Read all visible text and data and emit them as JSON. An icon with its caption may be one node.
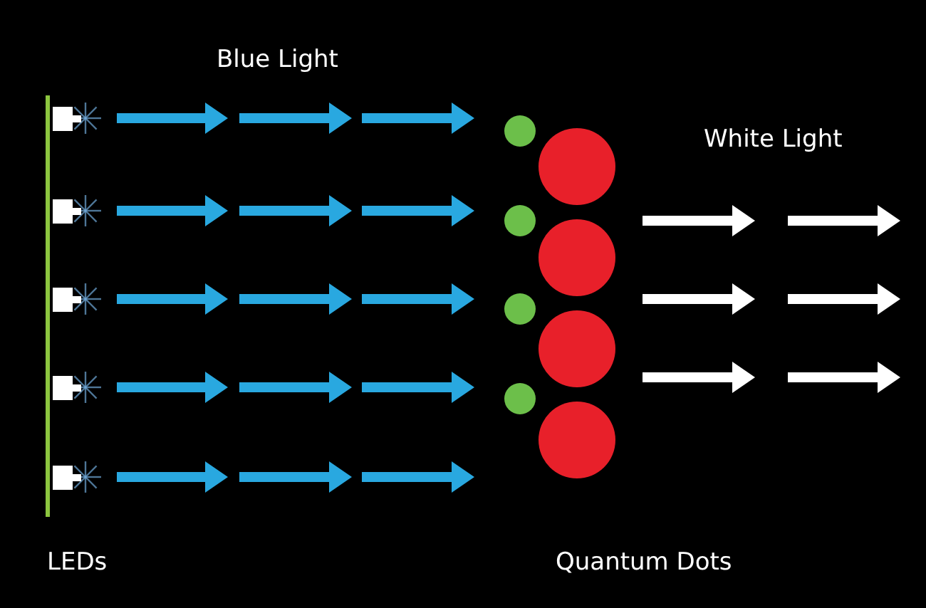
{
  "diagram": {
    "labels": [
      "Blue Light",
      "White Light",
      "LEDs",
      "Quantum Dots"
    ]
  }
}
